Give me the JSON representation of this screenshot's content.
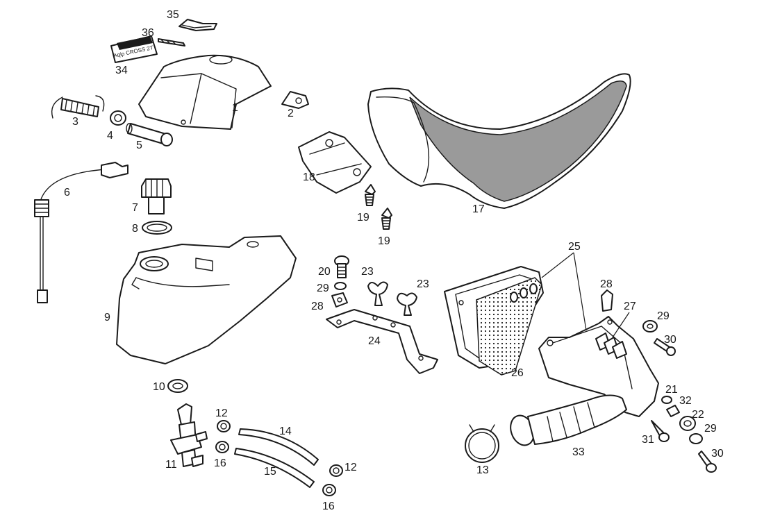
{
  "labels": {
    "l1": "1",
    "l2": "2",
    "l3": "3",
    "l4": "4",
    "l5": "5",
    "l6": "6",
    "l7": "7",
    "l8": "8",
    "l9": "9",
    "l10": "10",
    "l11": "11",
    "l12a": "12",
    "l12b": "12",
    "l13": "13",
    "l14": "14",
    "l15": "15",
    "l16a": "16",
    "l16b": "16",
    "l17": "17",
    "l18": "18",
    "l19a": "19",
    "l19b": "19",
    "l20": "20",
    "l21": "21",
    "l22": "22",
    "l23a": "23",
    "l23b": "23",
    "l24": "24",
    "l25": "25",
    "l26": "26",
    "l27": "27",
    "l28a": "28",
    "l28b": "28",
    "l29a": "29",
    "l29b": "29",
    "l29c": "29",
    "l30a": "30",
    "l30b": "30",
    "l31": "31",
    "l32": "32",
    "l33": "33",
    "l34": "34",
    "l35": "35",
    "l36": "36"
  },
  "decal": {
    "text": "Aqip CROSS 2T"
  },
  "colors": {
    "line": "#1a1a1a",
    "seat_fill": "#9a9a9a",
    "background": "#ffffff"
  }
}
